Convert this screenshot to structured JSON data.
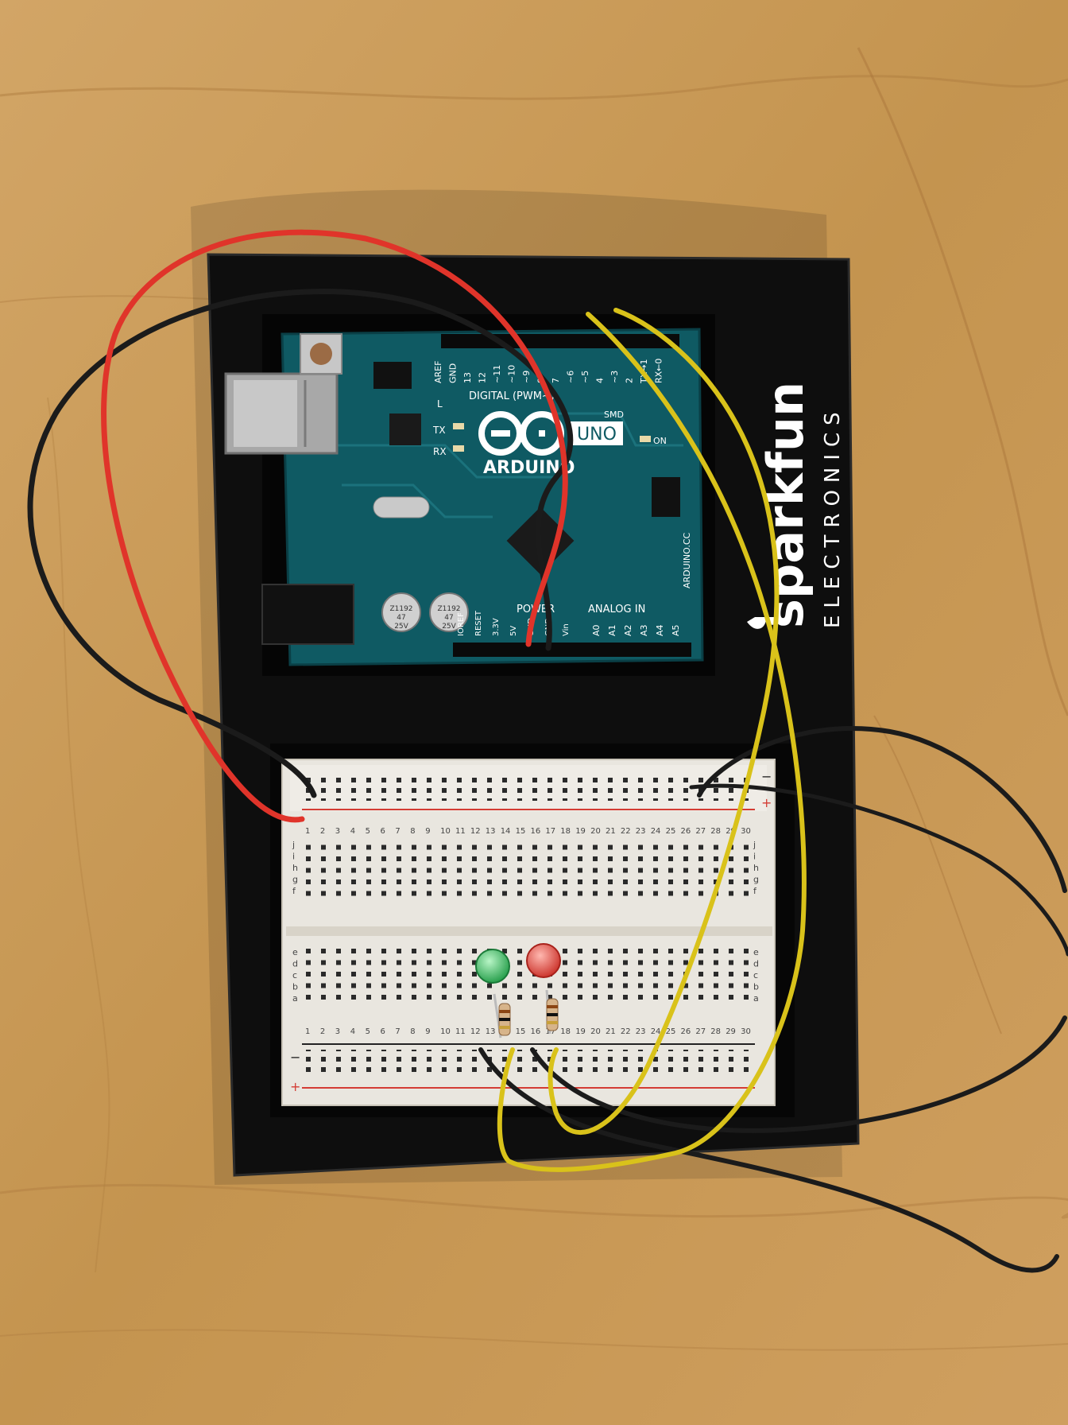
{
  "colors": {
    "wood": "#c99a5b",
    "wood_dark": "#a9773d",
    "holder": "#101010",
    "pcb": "#0f5a63",
    "breadboard": "#e9e6df",
    "wire_red": "#e0342a",
    "wire_black": "#1b1b1b",
    "wire_yellow": "#d9c21a",
    "led_green": "#2fbf5a",
    "led_red": "#e0423a"
  },
  "board": {
    "brand": "ARDUINO",
    "model": "UNO",
    "variant": "SMD",
    "site": "ARDUINO.CC",
    "section_digital": "DIGITAL (PWM~)",
    "section_power": "POWER",
    "section_analog": "ANALOG IN",
    "pins_top": [
      "AREF",
      "GND",
      "13",
      "12",
      "~11",
      "~10",
      "~9",
      "8",
      "7",
      "~6",
      "~5",
      "4",
      "~3",
      "2",
      "TX→1",
      "RX←0"
    ],
    "pins_power": [
      "IOREF",
      "RESET",
      "3.3V",
      "5V",
      "GND",
      "GND",
      "Vin"
    ],
    "pins_analog": [
      "A0",
      "A1",
      "A2",
      "A3",
      "A4",
      "A5"
    ],
    "label_tx": "TX",
    "label_rx": "RX",
    "label_l": "L",
    "label_on": "ON",
    "cap_label": "Z1192",
    "cap_value": "47",
    "cap_voltage": "25V"
  },
  "holder": {
    "brand": "sparkfun",
    "brand_sub": "ELECTRONICS"
  },
  "breadboard": {
    "row_letters_top": [
      "j",
      "i",
      "h",
      "g",
      "f"
    ],
    "row_letters_bottom": [
      "e",
      "d",
      "c",
      "b",
      "a"
    ],
    "column_numbers": [
      "1",
      "2",
      "3",
      "4",
      "5",
      "6",
      "7",
      "8",
      "9",
      "10",
      "11",
      "12",
      "13",
      "14",
      "15",
      "16",
      "17",
      "18",
      "19",
      "20",
      "21",
      "22",
      "23",
      "24",
      "25",
      "26",
      "27",
      "28",
      "29",
      "30"
    ],
    "rail_minus": "−",
    "rail_plus": "+"
  },
  "leds": [
    {
      "color": "green"
    },
    {
      "color": "red"
    }
  ]
}
